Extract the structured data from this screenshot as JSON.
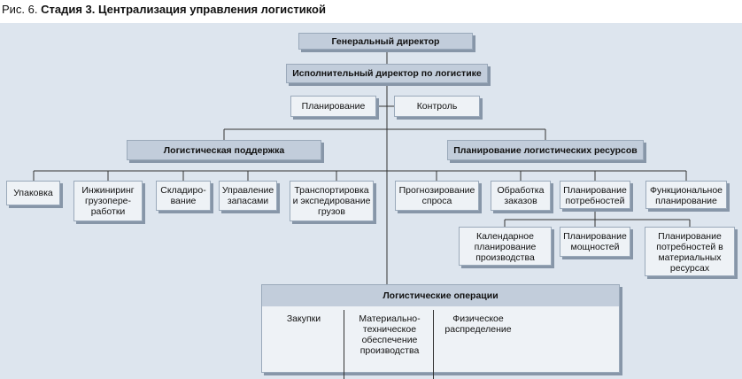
{
  "caption": {
    "prefix": "Рис. 6.",
    "title": "Стадия 3. Централизация управления логистикой"
  },
  "nodes": {
    "general_director": "Генеральный директор",
    "exec_director": "Исполнительный директор по логистике",
    "planning": "Планирование",
    "control": "Контроль",
    "log_support": "Логистическая поддержка",
    "resource_planning": "Планирование логистических ресурсов",
    "packaging": "Упаковка",
    "engineering": "Инжиниринг грузопере-работки",
    "warehousing": "Складиро-вание",
    "inventory": "Управление запасами",
    "transport": "Транспортировка и экспедирование грузов",
    "forecasting": "Прогнозирование спроса",
    "order_processing": "Обработка заказов",
    "needs_planning": "Планирование потребностей",
    "functional_planning": "Функциональное планирование",
    "calendar_planning": "Календарное планирование производства",
    "capacity_planning": "Планирование мощностей",
    "material_needs": "Планирование потребностей в материальных ресурсах"
  },
  "operations": {
    "title": "Логистические операции",
    "purchasing": "Закупки",
    "mts": "Материально-техническое обеспечение производства",
    "physical_distribution": "Физическое распределение"
  }
}
